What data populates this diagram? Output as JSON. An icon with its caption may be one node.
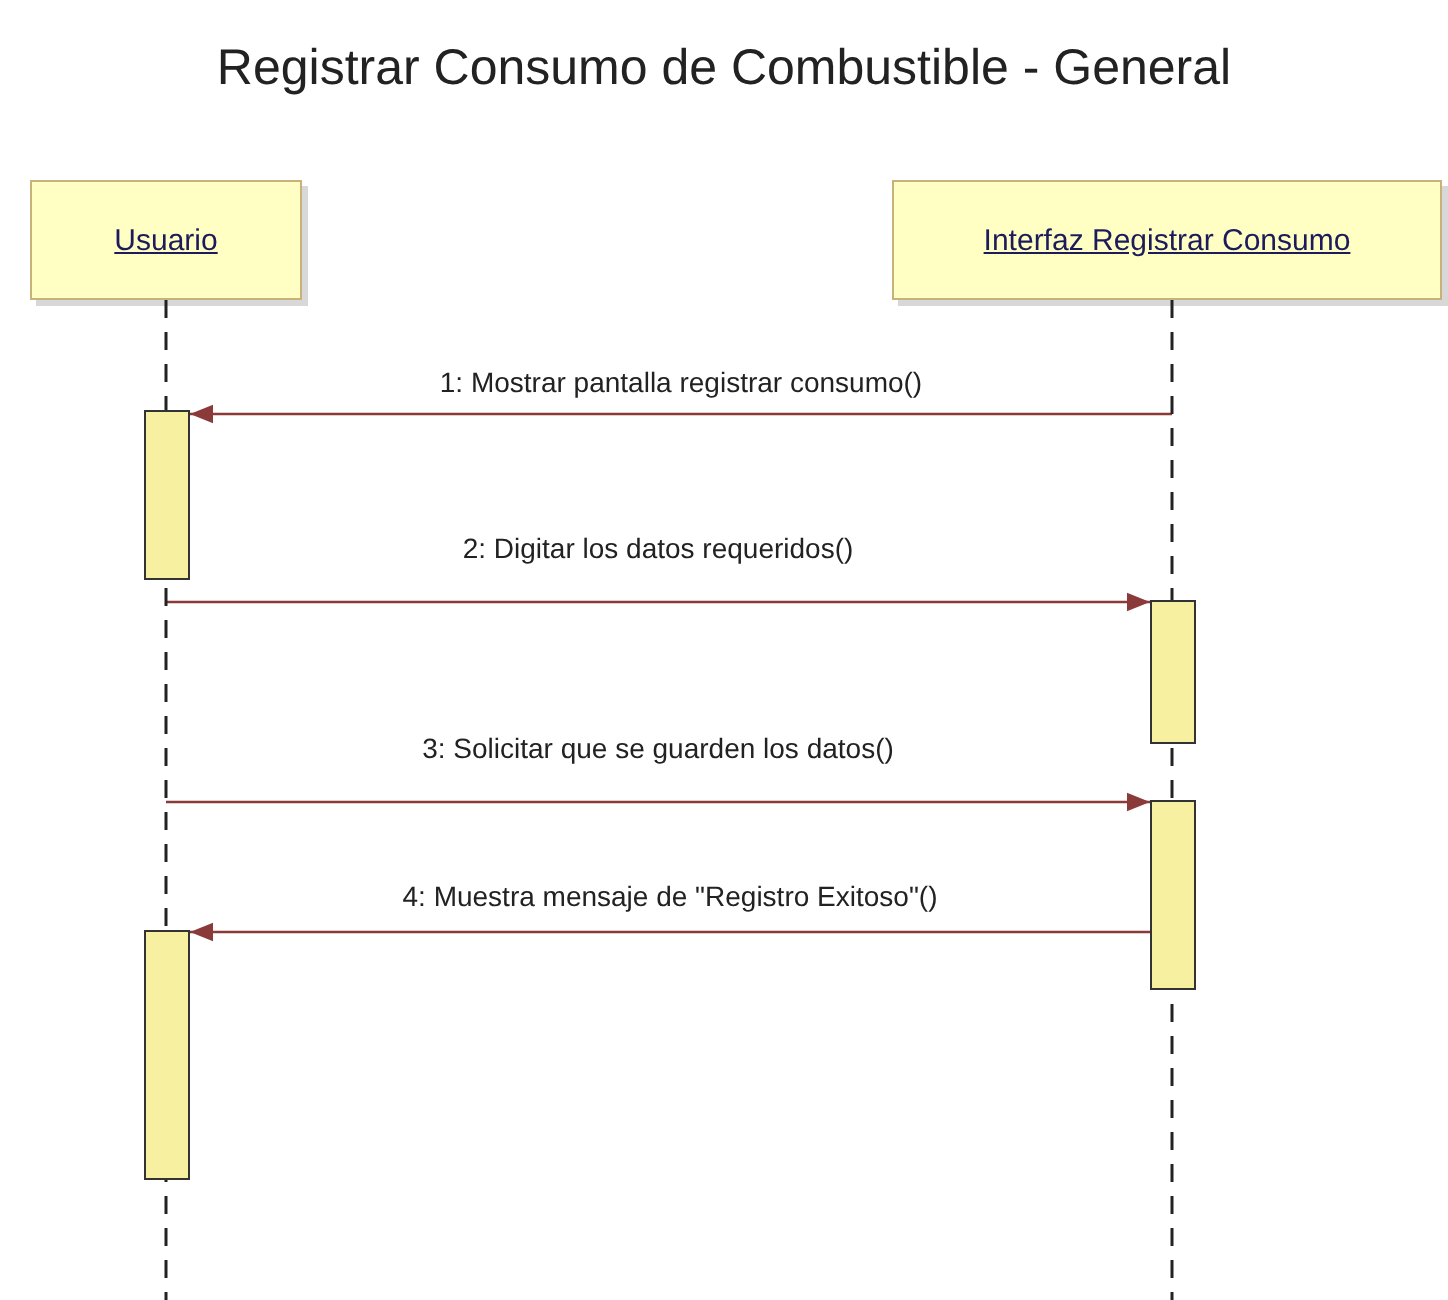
{
  "diagram": {
    "title": "Registrar Consumo de Combustible - General",
    "nodes": [
      {
        "text": [
          "Usuario"
        ]
      },
      {
        "text": [
          "Interfaz Registrar Consumo"
        ]
      },
      {
        "text": [],
        "shape": "line"
      },
      {
        "text": [],
        "shape": "line"
      },
      {
        "text": [],
        "shape": "bar"
      },
      {
        "text": [],
        "shape": "bar"
      },
      {
        "text": [],
        "shape": "bar"
      },
      {
        "text": [],
        "shape": "bar"
      }
    ],
    "edges": [
      {
        "from": 3,
        "to": 4,
        "arrow": "to",
        "label": "1: Mostrar pantalla registrar consumo()"
      },
      {
        "from": 2,
        "to": 5,
        "arrow": "to",
        "label": "2: Digitar los datos requeridos()"
      },
      {
        "from": 2,
        "to": 6,
        "arrow": "to",
        "label": "3: Solicitar que se guarden los datos()"
      },
      {
        "from": 6,
        "to": 7,
        "arrow": "to",
        "label": "4: Muestra mensaje de \"Registro Exitoso\"()"
      }
    ]
  }
}
